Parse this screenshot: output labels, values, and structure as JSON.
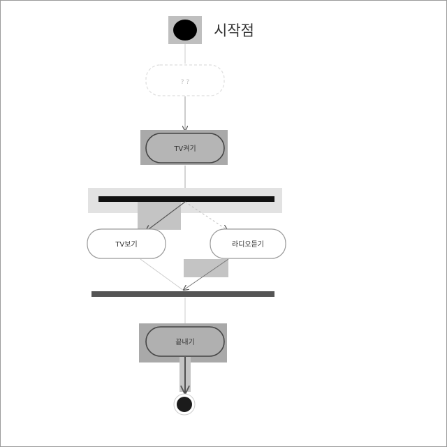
{
  "diagram": {
    "start_label": "시작점",
    "nodes": {
      "action_1": "? ?",
      "action_2": "TV켜기",
      "action_3": "TV보기",
      "action_4": "라디오듣기",
      "action_5": "끝내기"
    }
  },
  "colors": {
    "highlight": "#a9a9a9",
    "fork_bar": "#111111",
    "join_bar": "#555555"
  }
}
